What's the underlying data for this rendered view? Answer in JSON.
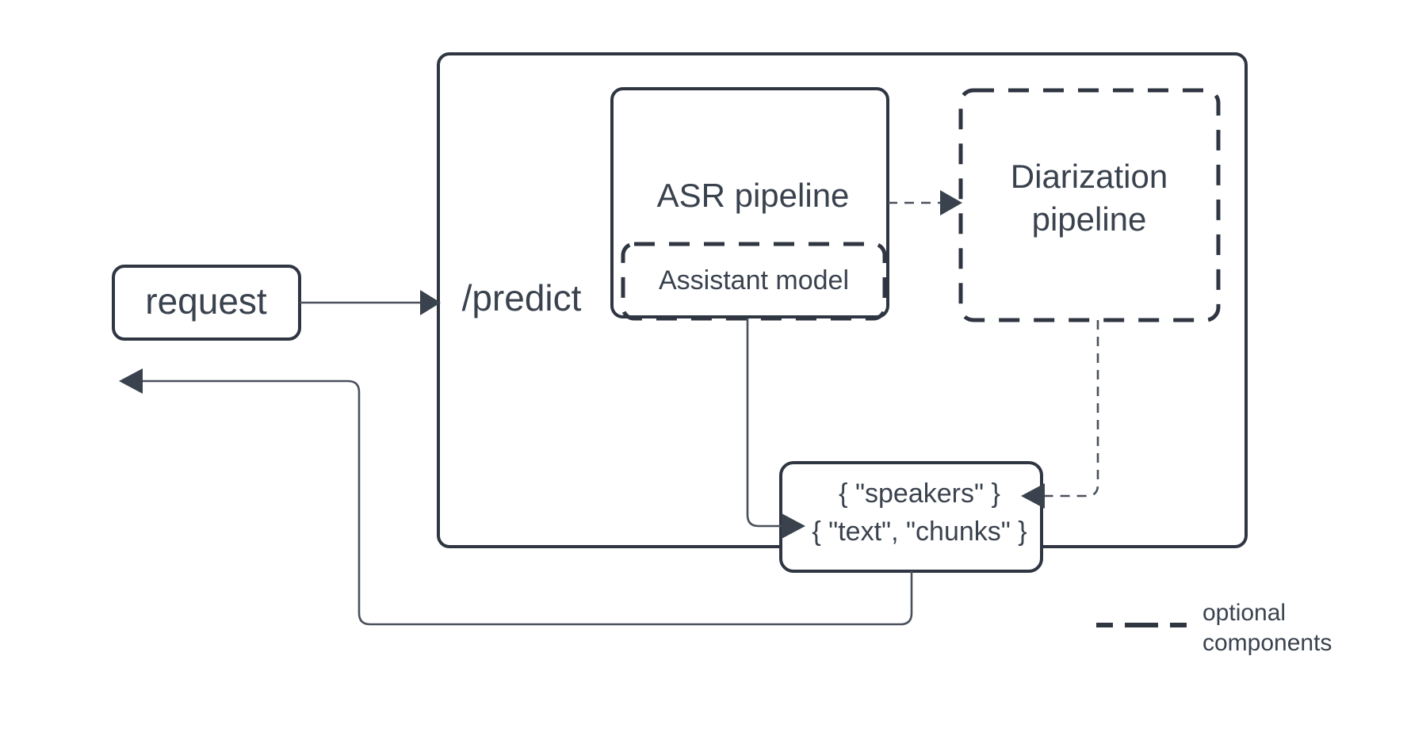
{
  "diagram": {
    "title_visible": false,
    "background_color": "#ffffff",
    "stroke_color": "#2f3642",
    "text_color": "#3a424e",
    "nodes": {
      "request": {
        "label": "request",
        "style": "solid-rounded"
      },
      "predict_container": {
        "label": "/predict",
        "style": "solid-rounded-container"
      },
      "asr_pipeline": {
        "label": "ASR pipeline",
        "style": "solid-rounded-container"
      },
      "assistant_model": {
        "label": "Assistant model",
        "style": "dashed-rounded"
      },
      "diarization_pipeline": {
        "label_line1": "Diarization",
        "label_line2": "pipeline",
        "style": "dashed-rounded"
      },
      "output": {
        "label_line1": "{ \"speakers\" }",
        "label_line2": "{ \"text\", \"chunks\" }",
        "style": "solid-rounded"
      }
    },
    "edges": [
      {
        "id": "request-to-predict",
        "from": "request",
        "to": "predict_container",
        "style": "solid",
        "arrow": "end"
      },
      {
        "id": "asr-to-diarization",
        "from": "asr_pipeline",
        "to": "diarization_pipeline",
        "style": "dashed",
        "arrow": "end"
      },
      {
        "id": "asr-to-output-text",
        "from": "asr_pipeline",
        "to": "output",
        "style": "solid",
        "arrow": "end"
      },
      {
        "id": "diarization-to-output-speakers",
        "from": "diarization_pipeline",
        "to": "output",
        "style": "dashed",
        "arrow": "end"
      },
      {
        "id": "output-to-response",
        "from": "output",
        "to": "request",
        "style": "solid",
        "arrow": "end"
      }
    ],
    "legend": {
      "symbol": "dashed-line",
      "label_line1": "optional",
      "label_line2": "components"
    }
  }
}
